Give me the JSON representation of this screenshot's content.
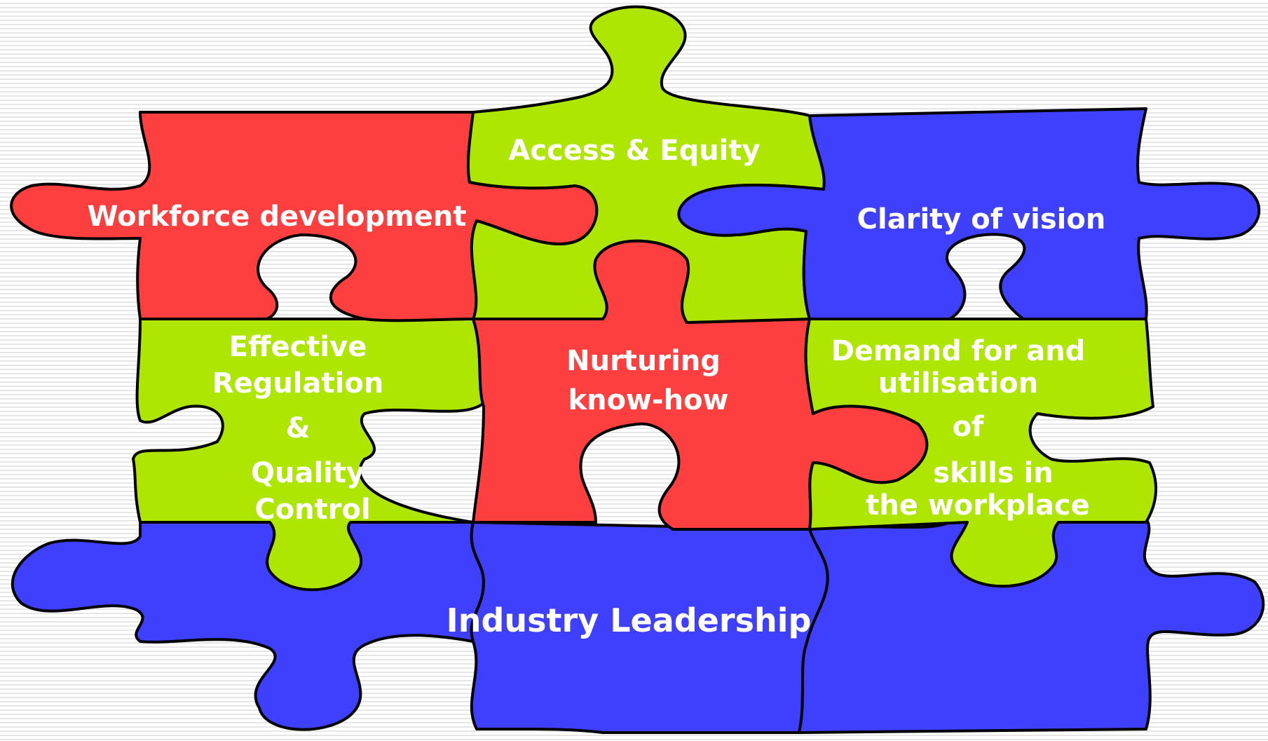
{
  "colors": {
    "red": "#fe3f3f",
    "green": "#aee601",
    "blue": "#3f3ffe",
    "outline": "#000000",
    "text": "#ffffff"
  },
  "pieces": {
    "workforce": {
      "lines": [
        "Workforce development"
      ],
      "color": "red"
    },
    "access": {
      "lines": [
        "Access & Equity"
      ],
      "color": "green"
    },
    "clarity": {
      "lines": [
        "Clarity of vision"
      ],
      "color": "blue"
    },
    "regulation": {
      "lines": [
        "Effective",
        "Regulation",
        "&",
        "Quality",
        "Control"
      ],
      "color": "green"
    },
    "nurturing": {
      "lines": [
        "Nurturing",
        "know-how"
      ],
      "color": "red"
    },
    "demand": {
      "lines": [
        "Demand for and",
        "utilisation",
        "of",
        "skills in",
        "the workplace"
      ],
      "color": "green"
    },
    "industry": {
      "lines": [
        "Industry Leadership"
      ],
      "color": "blue"
    }
  }
}
